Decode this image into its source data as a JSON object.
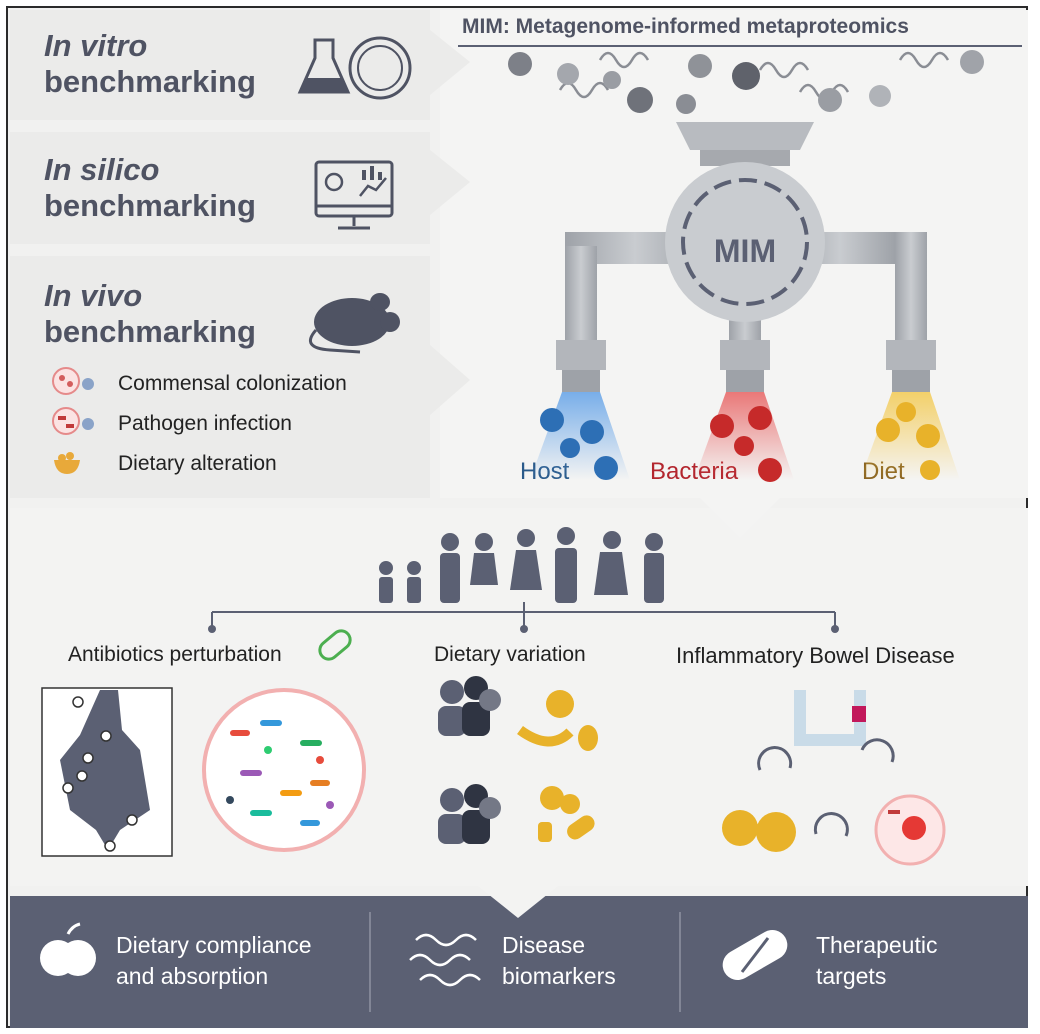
{
  "benchmarks": [
    {
      "italic": "In vitro",
      "label": "benchmarking"
    },
    {
      "italic": "In silico",
      "label": "benchmarking"
    },
    {
      "italic": "In vivo",
      "label": "benchmarking"
    }
  ],
  "in_vivo_items": [
    "Commensal colonization",
    "Pathogen infection",
    "Dietary alteration"
  ],
  "mim": {
    "title": "MIM: Metagenome-informed metaproteomics",
    "gear_label": "MIM",
    "outputs": [
      {
        "label": "Host",
        "color": "#2a5a8a"
      },
      {
        "label": "Bacteria",
        "color": "#b3262e"
      },
      {
        "label": "Diet",
        "color": "#8a6420"
      }
    ]
  },
  "applications": [
    "Antibiotics perturbation",
    "Dietary variation",
    "Inflammatory Bowel Disease"
  ],
  "bottom": [
    {
      "line1": "Dietary compliance",
      "line2": "and absorption",
      "icon": "apple-icon"
    },
    {
      "line1": "Disease",
      "line2": "biomarkers",
      "icon": "protein-icon"
    },
    {
      "line1": "Therapeutic",
      "line2": "targets",
      "icon": "pill-icon"
    }
  ],
  "colors": {
    "slate": "#5b6073",
    "host": "#2d6fb5",
    "bacteria": "#c62a2a",
    "diet": "#e8b22a",
    "panel": "#ebebea"
  }
}
